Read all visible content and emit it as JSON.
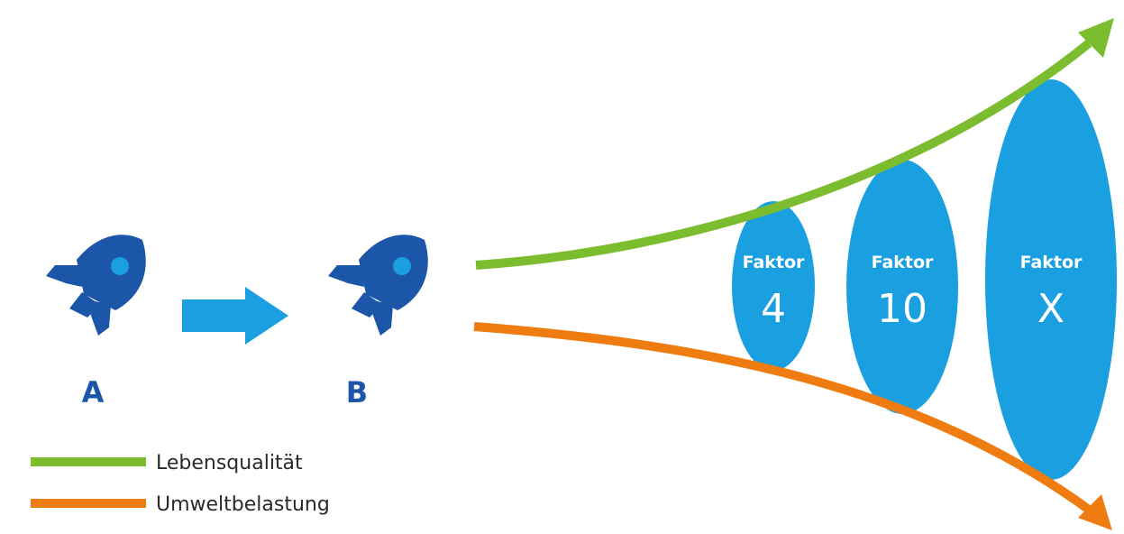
{
  "stages": [
    {
      "label": "A",
      "icon": "rocket-icon"
    },
    {
      "label": "B",
      "icon": "rocket-icon"
    }
  ],
  "transition_icon": "arrow-right-icon",
  "factors": [
    {
      "word": "Faktor",
      "value": "4"
    },
    {
      "word": "Faktor",
      "value": "10"
    },
    {
      "word": "Faktor",
      "value": "X"
    }
  ],
  "legend": [
    {
      "label": "Lebensqualität",
      "color": "#7cbd30"
    },
    {
      "label": "Umweltbelastung",
      "color": "#ef7c10"
    }
  ],
  "colors": {
    "rocket": "#1c56a8",
    "rocket_window": "#1a9fe0",
    "transition_arrow": "#1a9fe0",
    "factor_ellipse": "#1a9fe0",
    "stage_label": "#1c56a8",
    "quality_curve": "#7cbd30",
    "burden_curve": "#ef7c10"
  }
}
